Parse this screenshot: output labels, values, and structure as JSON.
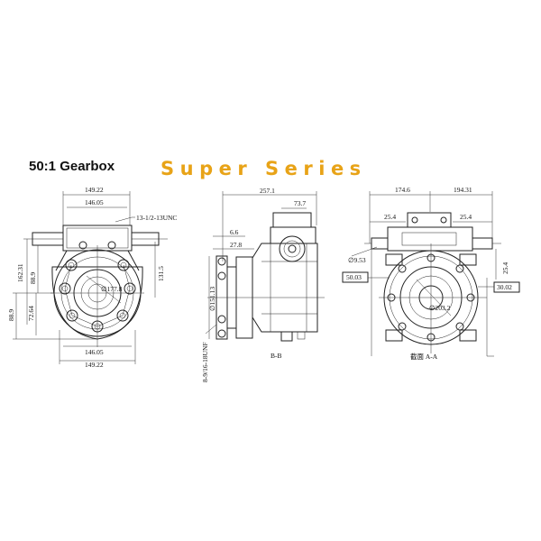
{
  "titles": {
    "left": "50:1 Gearbox",
    "center": "Super Series"
  },
  "views": {
    "front": {
      "dim_top_outer": "149.22",
      "dim_top_inner": "146.05",
      "dim_bottom_inner": "146.05",
      "dim_bottom_outer": "149.22",
      "thread_note": "13-1/2-13UNC",
      "dim_left_upper": "162.31",
      "dim_left_mid": "88.9",
      "dim_left_a": "88.9",
      "dim_left_b": "72.64",
      "dim_right": "131.5",
      "dim_circle": "∅177.8"
    },
    "side": {
      "dim_top_total": "257.1",
      "dim_top_small": "73.7",
      "dim_a": "6.6",
      "dim_b": "27.8",
      "dim_flange": "∅151.13",
      "thread_note": "8-9/16-18UNF",
      "section_label": "B-B"
    },
    "rear": {
      "dim_top_left": "174.6",
      "dim_top_right": "194.31",
      "dim_shaft_left": "25.4",
      "dim_shaft_right": "25.4",
      "dim_shaft_dia": "∅9.53",
      "dim_side_vertical": "25.4",
      "box_left": "50.03",
      "box_right": "30.02",
      "dim_circle": "∅203.2",
      "section_label": "截面 A-A"
    }
  }
}
